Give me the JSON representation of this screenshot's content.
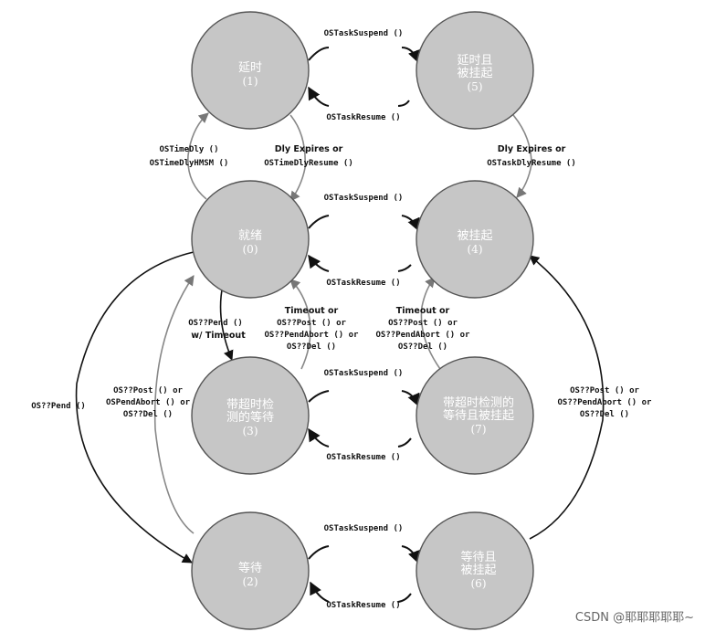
{
  "states": {
    "s1": {
      "name": "延时",
      "num": "(1)"
    },
    "s5": {
      "name1": "延时且",
      "name2": "被挂起",
      "num": "(5)"
    },
    "s0": {
      "name": "就绪",
      "num": "(0)"
    },
    "s4": {
      "name": "被挂起",
      "num": "(4)"
    },
    "s3": {
      "name1": "带超时检",
      "name2": "测的等待",
      "num": "(3)"
    },
    "s7": {
      "name1": "带超时检测的",
      "name2": "等待且被挂起",
      "num": "(7)"
    },
    "s2": {
      "name": "等待",
      "num": "(2)"
    },
    "s6": {
      "name1": "等待且",
      "name2": "被挂起",
      "num": "(6)"
    }
  },
  "labels": {
    "suspend": "OSTaskSuspend ()",
    "resume": "OSTaskResume ()",
    "time_dly_1": "OSTimeDly ()",
    "time_dly_2": "OSTimeDlyHMSM ()",
    "dly_expires_1": "Dly Expires or",
    "dly_expires_2": "OSTimeDlyResume ()",
    "dly_expires_b1": "Dly Expires or",
    "dly_expires_b2": "OSTaskDlyResume ()",
    "pend_timeout_1": "OS??Pend ()",
    "pend_timeout_2": "w/ Timeout",
    "timeout_a1": "Timeout or",
    "timeout_a2": "OS??Post () or",
    "timeout_a3": "OS??PendAbort () or",
    "timeout_a4": "OS??Del ()",
    "timeout_b1": "Timeout or",
    "timeout_b2": "OS??Post () or",
    "timeout_b3": "OS??PendAbort () or",
    "timeout_b4": "OS??Del ()",
    "pend": "OS??Pend ()",
    "post_left_1": "OS??Post () or",
    "post_left_2": "OSPendAbort () or",
    "post_left_3": "OS??Del ()",
    "post_right_1": "OS??Post () or",
    "post_right_2": "OS??PendAbort () or",
    "post_right_3": "OS??Del ()"
  },
  "watermark": "CSDN @耶耶耶耶耶~"
}
